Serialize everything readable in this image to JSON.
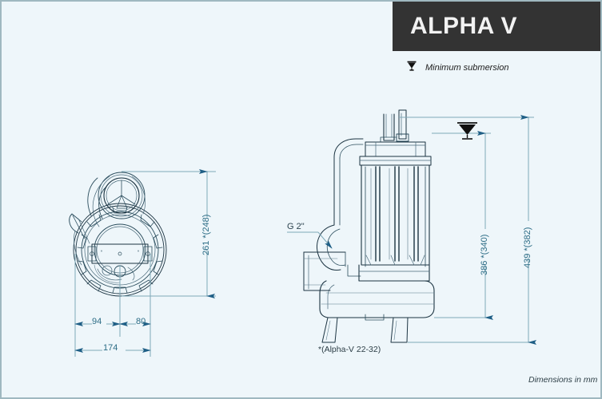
{
  "sheet": {
    "background_color": "#eef6fa",
    "border_color": "#9fb8c0"
  },
  "header": {
    "title": "ALPHA V",
    "bar_color": "#333333",
    "title_color": "#f2f2f2"
  },
  "legend": {
    "symbol_name": "minimum-submersion-symbol",
    "label": "Minimum submersion"
  },
  "drawings": {
    "left_view": {
      "name": "top-view-pump",
      "caption": ""
    },
    "right_view": {
      "name": "side-view-pump",
      "caption": "*(Alpha-V 22-32)"
    }
  },
  "callouts": {
    "discharge_thread": "G 2\"",
    "submersion_marker": "minimum-submersion-level-marker"
  },
  "dimensions": {
    "left_vertical": "261 *(248)",
    "left_bottom_a": "94",
    "left_bottom_b": "80",
    "left_bottom_total": "174",
    "right_inner": "386 *(340)",
    "right_outer": "439 *(382)"
  },
  "footer": {
    "units_note": "Dimensions in mm"
  },
  "colors": {
    "dimension_line": "#7fa9b8",
    "dimension_text": "#2d6d86",
    "arrow_fill": "#1f5f86",
    "drawing_stroke": "#1c3442",
    "drawing_light": "#5b7a8a"
  }
}
